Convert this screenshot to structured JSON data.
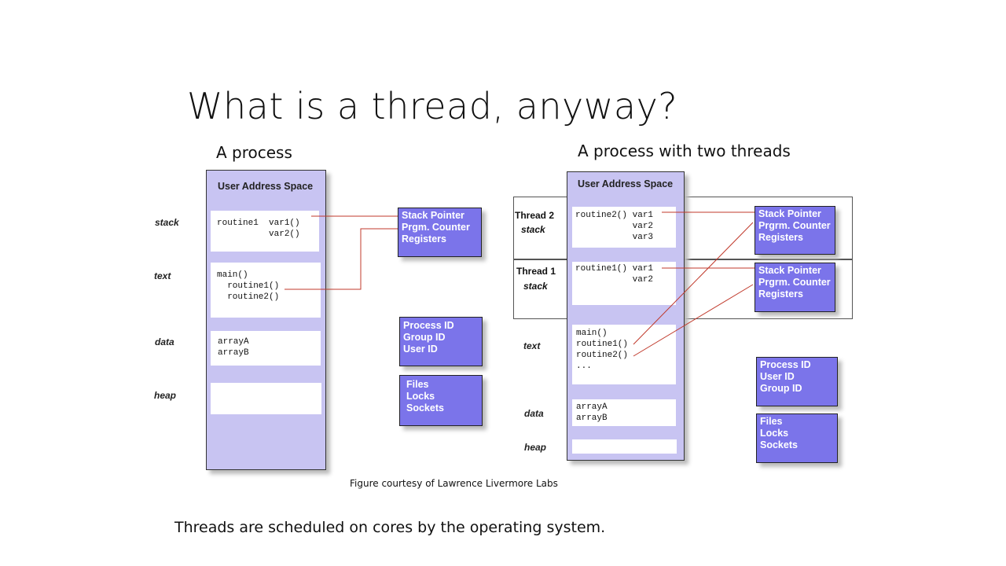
{
  "slide": {
    "title": "What is a thread, anyway?",
    "footer": "Threads are scheduled on cores by the operating system."
  },
  "left": {
    "heading": "A process",
    "space_title": "User Address Space",
    "segments": {
      "stack": "stack",
      "text": "text",
      "data": "data",
      "heap": "heap"
    },
    "stack_code": "routine1  var1()\n          var2()",
    "text_code": "main()\n  routine1()\n  routine2()",
    "data_code": "arrayA\narrayB",
    "registers_box": [
      "Stack Pointer",
      "Prgm. Counter",
      "Registers"
    ],
    "ids_box": [
      "Process ID",
      "Group ID",
      "User ID"
    ],
    "resources_box": [
      "Files",
      "Locks",
      "Sockets"
    ]
  },
  "right": {
    "heading": "A process with two threads",
    "space_title": "User Address Space",
    "thread2": {
      "name": "Thread 2",
      "sub": "stack"
    },
    "thread1": {
      "name": "Thread 1",
      "sub": "stack"
    },
    "segments": {
      "text": "text",
      "data": "data",
      "heap": "heap"
    },
    "thread2_code": "routine2() var1\n           var2\n           var3",
    "thread1_code": "routine1() var1\n           var2",
    "text_code": "main()\nroutine1()\nroutine2()\n...",
    "data_code": "arrayA\narrayB",
    "registers2_box": [
      "Stack Pointer",
      "Prgrm. Counter",
      "Registers"
    ],
    "registers1_box": [
      "Stack Pointer",
      "Prgrm. Counter",
      "Registers"
    ],
    "ids_box": [
      "Process ID",
      "User ID",
      "Group ID"
    ],
    "resources_box": [
      "Files",
      "Locks",
      "Sockets"
    ]
  },
  "caption": "Figure courtesy of Lawrence Livermore Labs",
  "colors": {
    "space_fill": "#c8c4f2",
    "box_fill": "#7b74ea",
    "connector": "#c0392b"
  }
}
